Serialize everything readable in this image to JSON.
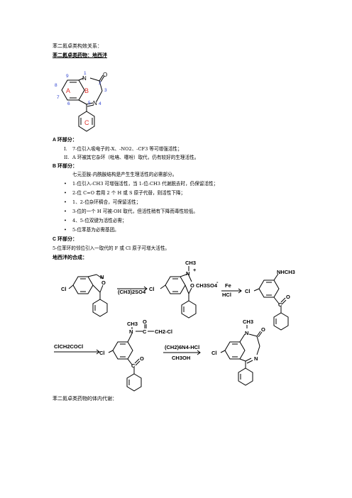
{
  "intro": {
    "p1": "苯二氮卓类构效关系：",
    "p2": "苯二氮卓类药物：地西泮",
    "structure": {
      "ring_labels": [
        "A",
        "B",
        "C"
      ],
      "atom_numbers": [
        "1",
        "2",
        "3",
        "4",
        "5",
        "6",
        "7",
        "8",
        "9"
      ],
      "atoms": {
        "n1": "N",
        "n4": "N",
        "o": "O"
      }
    }
  },
  "ringA": {
    "heading": "A 环部分：",
    "items": [
      {
        "marker": "I.",
        "text": "7-位引入吸电子的-X、-NO2、-CF3 等可增强活性；"
      },
      {
        "marker": "II.",
        "text": "A 环被其它杂环（吡咯、噻吩）取代，仍有较好的生理活性。"
      }
    ]
  },
  "ringB": {
    "heading": "B 环部分：",
    "intro": "七元亚胺-内酰胺结构是产生生理活性的必需部分。",
    "items": [
      "1-位引入-CH3 可增强活性，当 1-位-CH3 代谢脱去时，仍保留活性；",
      "2-位 C=O 若用 2 个 H 或 S 原子代替，则活性下降；",
      "1、2-位杂环稠合，可保留活性；",
      "3-位的一个 H 可被-OH 取代，但活性稍有下降而毒性较低。",
      "4、5-位双键为活性必需；",
      "5-位苯基为必需基团。"
    ]
  },
  "ringC": {
    "heading": "C 环部分：",
    "text": "5-位苯环的邻位引入一取代的 F 或 Cl 原子可增大活性。"
  },
  "synthesis": {
    "heading": "地西泮的合成：",
    "row1": {
      "reagent1": "(CH3)2SO4",
      "reagent2_top": "Fe",
      "reagent2_bottom": "HCl",
      "atoms": {
        "cl": "Cl",
        "n": "N",
        "o": "O",
        "ch3": "CH3",
        "plus": "+",
        "ch3so4": "CH3SO4",
        "minus": "-",
        "nhch3": "NHCH3",
        "c": "C",
        "o2": "O"
      }
    },
    "row2": {
      "reagent_left": "ClCH2COCl",
      "reagent_top": "(CH2)6N4-HCl",
      "reagent_bottom": "CH3OH",
      "atoms": {
        "cl": "Cl",
        "ch3": "CH3",
        "n": "N",
        "c": "C",
        "o": "O",
        "ch2cl": "CH2-Cl",
        "c2": "C",
        "o2": "O",
        "n1": "N",
        "n4": "N",
        "o3": "O"
      }
    }
  },
  "metabolism": {
    "heading": "苯二氮卓类药物的体内代谢："
  },
  "colors": {
    "blue_label": "#2a3fd0",
    "red_label": "#e0312a",
    "ink": "#000000"
  }
}
